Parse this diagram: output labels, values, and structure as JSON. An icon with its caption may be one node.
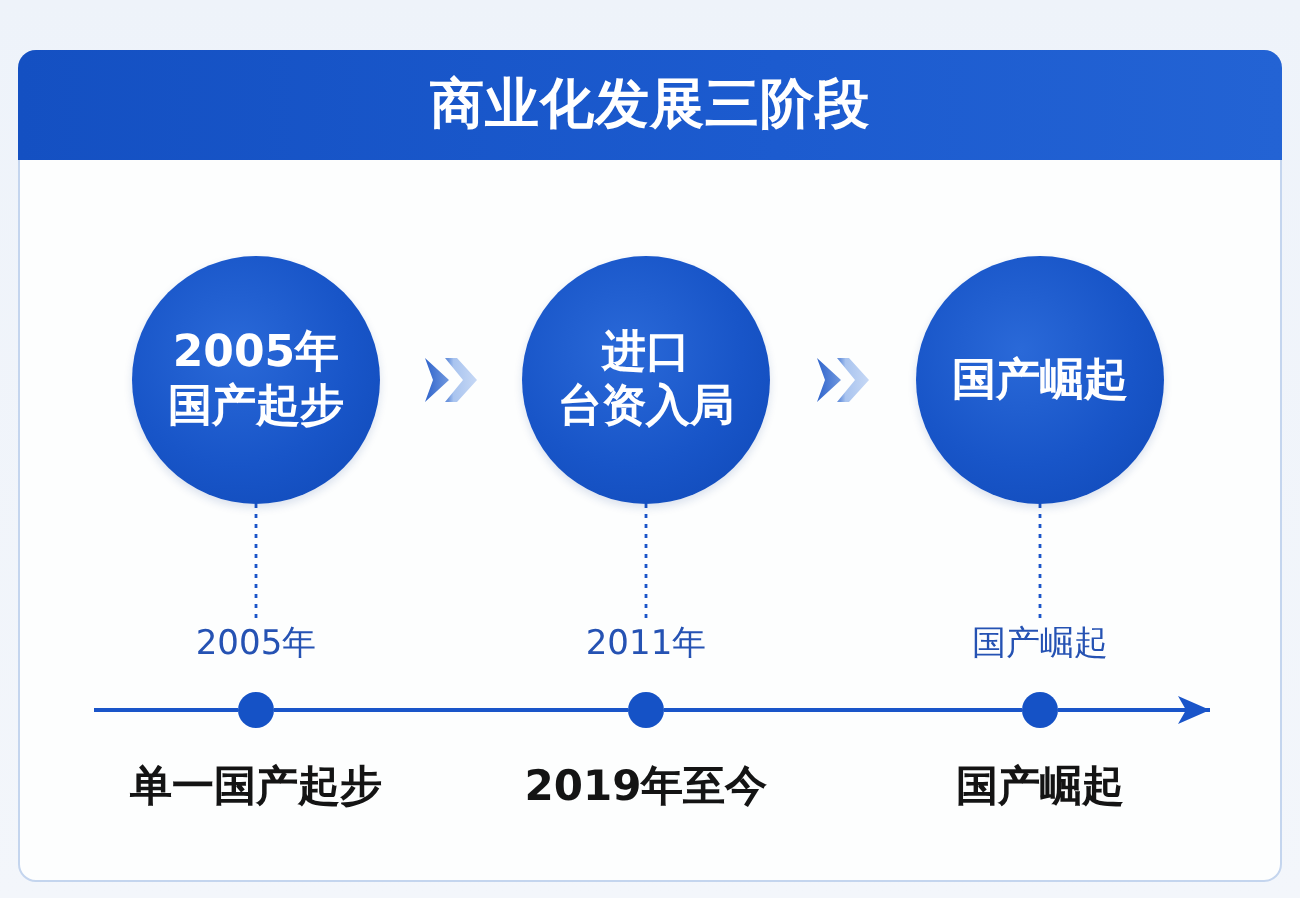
{
  "diagram": {
    "title": "商业化发展三阶段",
    "nodes": [
      {
        "text": [
          "2005年国产起步"
        ]
      },
      {
        "text": [
          "进口台资入局"
        ]
      },
      {
        "text": [
          "国产崛起"
        ]
      },
      {
        "text": [
          "2005年"
        ]
      },
      {
        "text": [
          "2011年"
        ]
      },
      {
        "text": [
          "国产崛起"
        ]
      },
      {
        "text": [],
        "shape": "circle",
        "beside": [
          "单一国产起步"
        ]
      },
      {
        "text": [],
        "shape": "circle",
        "beside": [
          "2019年至今"
        ]
      },
      {
        "text": [],
        "shape": "circle",
        "beside": [
          "国产崛起"
        ]
      }
    ],
    "edges": [
      {
        "from": 0,
        "to": 1,
        "arrow": "to"
      },
      {
        "from": 1,
        "to": 2,
        "arrow": "to"
      },
      {
        "from": 0,
        "to": 3,
        "arrow": "none",
        "style": "dashed"
      },
      {
        "from": 1,
        "to": 4,
        "arrow": "none",
        "style": "dashed"
      },
      {
        "from": 2,
        "to": 5,
        "arrow": "none",
        "style": "dashed"
      },
      {
        "from": null,
        "to": 6,
        "arrow": "none"
      },
      {
        "from": 6,
        "to": 7,
        "arrow": "none"
      },
      {
        "from": 7,
        "to": 8,
        "arrow": "none"
      },
      {
        "from": 8,
        "to": null,
        "arrow": "to"
      }
    ]
  }
}
